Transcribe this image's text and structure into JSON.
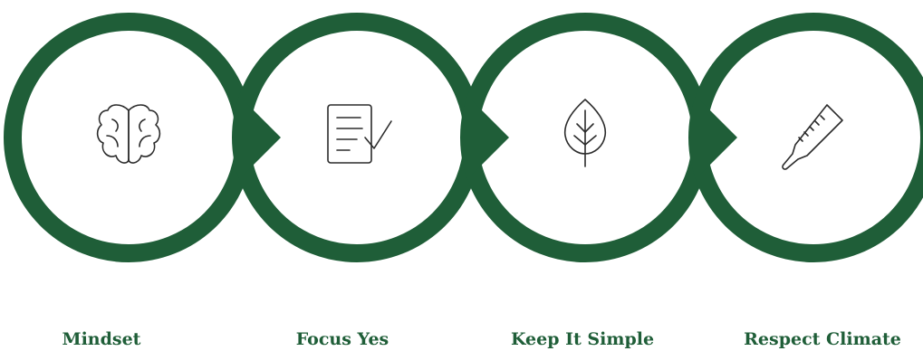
{
  "colors": {
    "ring": "#1f5e38",
    "icon": "#2b2b2b",
    "label": "#1f5e38",
    "background": "#ffffff"
  },
  "steps": [
    {
      "label": "Mindset",
      "icon": "brain-icon"
    },
    {
      "label": "Focus Yes",
      "icon": "checklist-icon"
    },
    {
      "label": "Keep It Simple",
      "icon": "leaf-icon"
    },
    {
      "label": "Respect Climate",
      "icon": "thermometer-icon"
    }
  ]
}
